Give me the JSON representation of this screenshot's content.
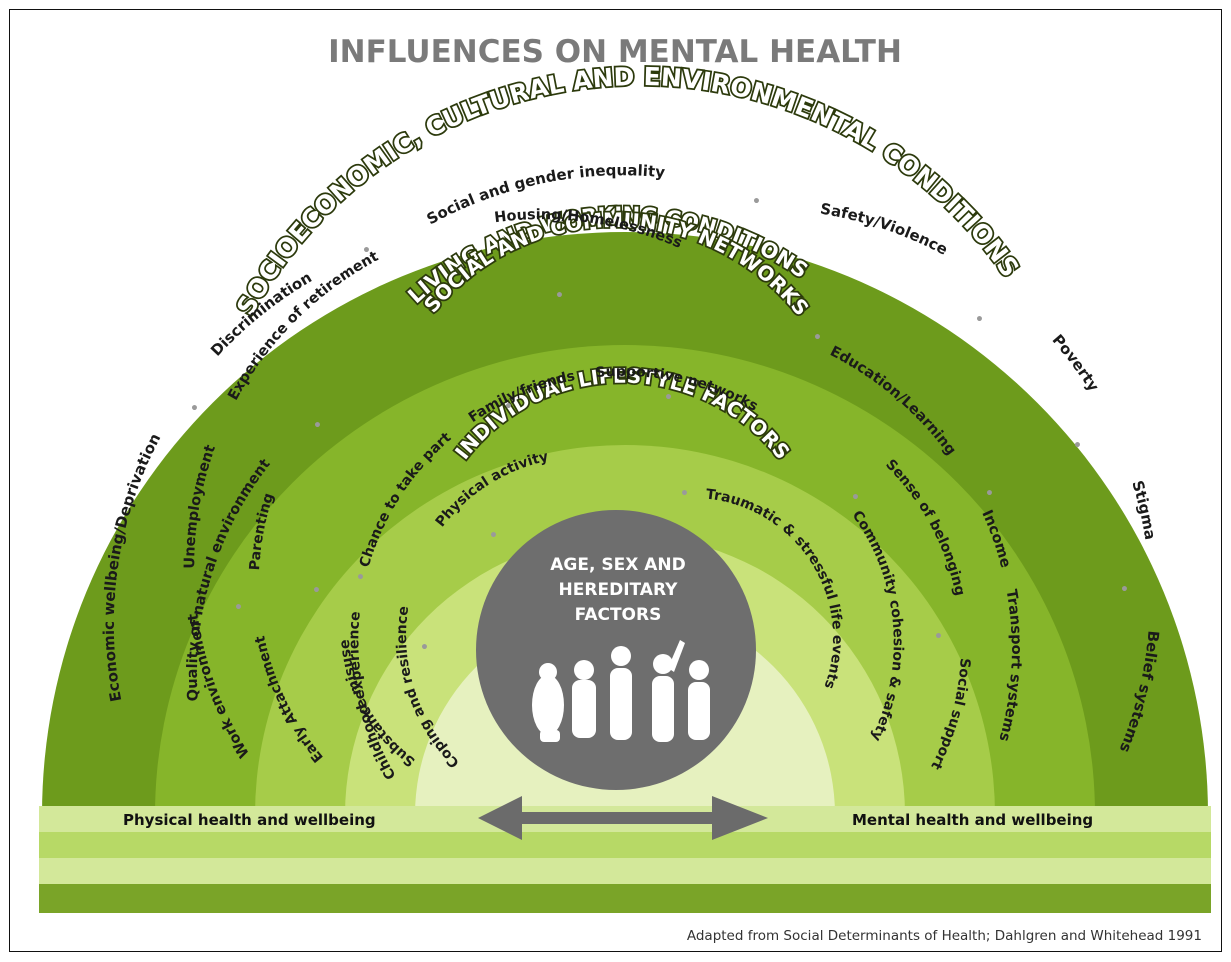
{
  "title": "INFLUENCES ON MENTAL HEALTH",
  "caption": "Adapted from Social Determinants of Health; Dahlgren and Whitehead 1991",
  "colors": {
    "ring1": "#6d9b1c",
    "ring2": "#86b52a",
    "ring3": "#a6cc49",
    "ring4": "#c9e27a",
    "ring5": "#e6f1bf",
    "core": "#6e6e6e",
    "band_light": "#d3e89a",
    "band_mid": "#b7d966",
    "band_dark": "#7aa428",
    "arrow": "#6b6b6b"
  },
  "rings": {
    "socioeconomic": {
      "title": "SOCIOECONOMIC, CULTURAL AND ENVIRONMENTAL CONDITIONS",
      "items_left": [
        "Economic wellbeing/Deprivation",
        "Discrimination",
        "Social and gender inequality"
      ],
      "items_right": [
        "Safety/Violence",
        "Poverty",
        "Stigma",
        "Belief systems"
      ]
    },
    "living": {
      "title": "LIVING AND WORKING CONDITIONS",
      "items_left": [
        "Quality of natural environment",
        "Work environment",
        "Unemployment",
        "Experience of retirement",
        "Housing/Homelessness"
      ],
      "items_right": [
        "Education/Learning",
        "Income",
        "Transport systems"
      ]
    },
    "social": {
      "title": "SOCIAL AND COMMUNITY NETWORKS",
      "items_left": [
        "Early Attachment",
        "Parenting",
        "Childhood experience",
        "Chance to take part",
        "Family/friends",
        "Supportive networks"
      ],
      "items_right": [
        "Sense of belonging",
        "Social support",
        "Community cohesion & safety"
      ]
    },
    "individual": {
      "title": "INDIVIDUAL LIFESTYLE FACTORS",
      "items_left": [
        "Substance misuse",
        "Coping and resilience",
        "Physical activity"
      ],
      "items_right": [
        "Traumatic & stressful life events"
      ]
    }
  },
  "core": {
    "line1": "AGE, SEX AND",
    "line2": "HEREDITARY",
    "line3": "FACTORS"
  },
  "band": {
    "left_label": "Physical health and wellbeing",
    "right_label": "Mental health and wellbeing"
  }
}
